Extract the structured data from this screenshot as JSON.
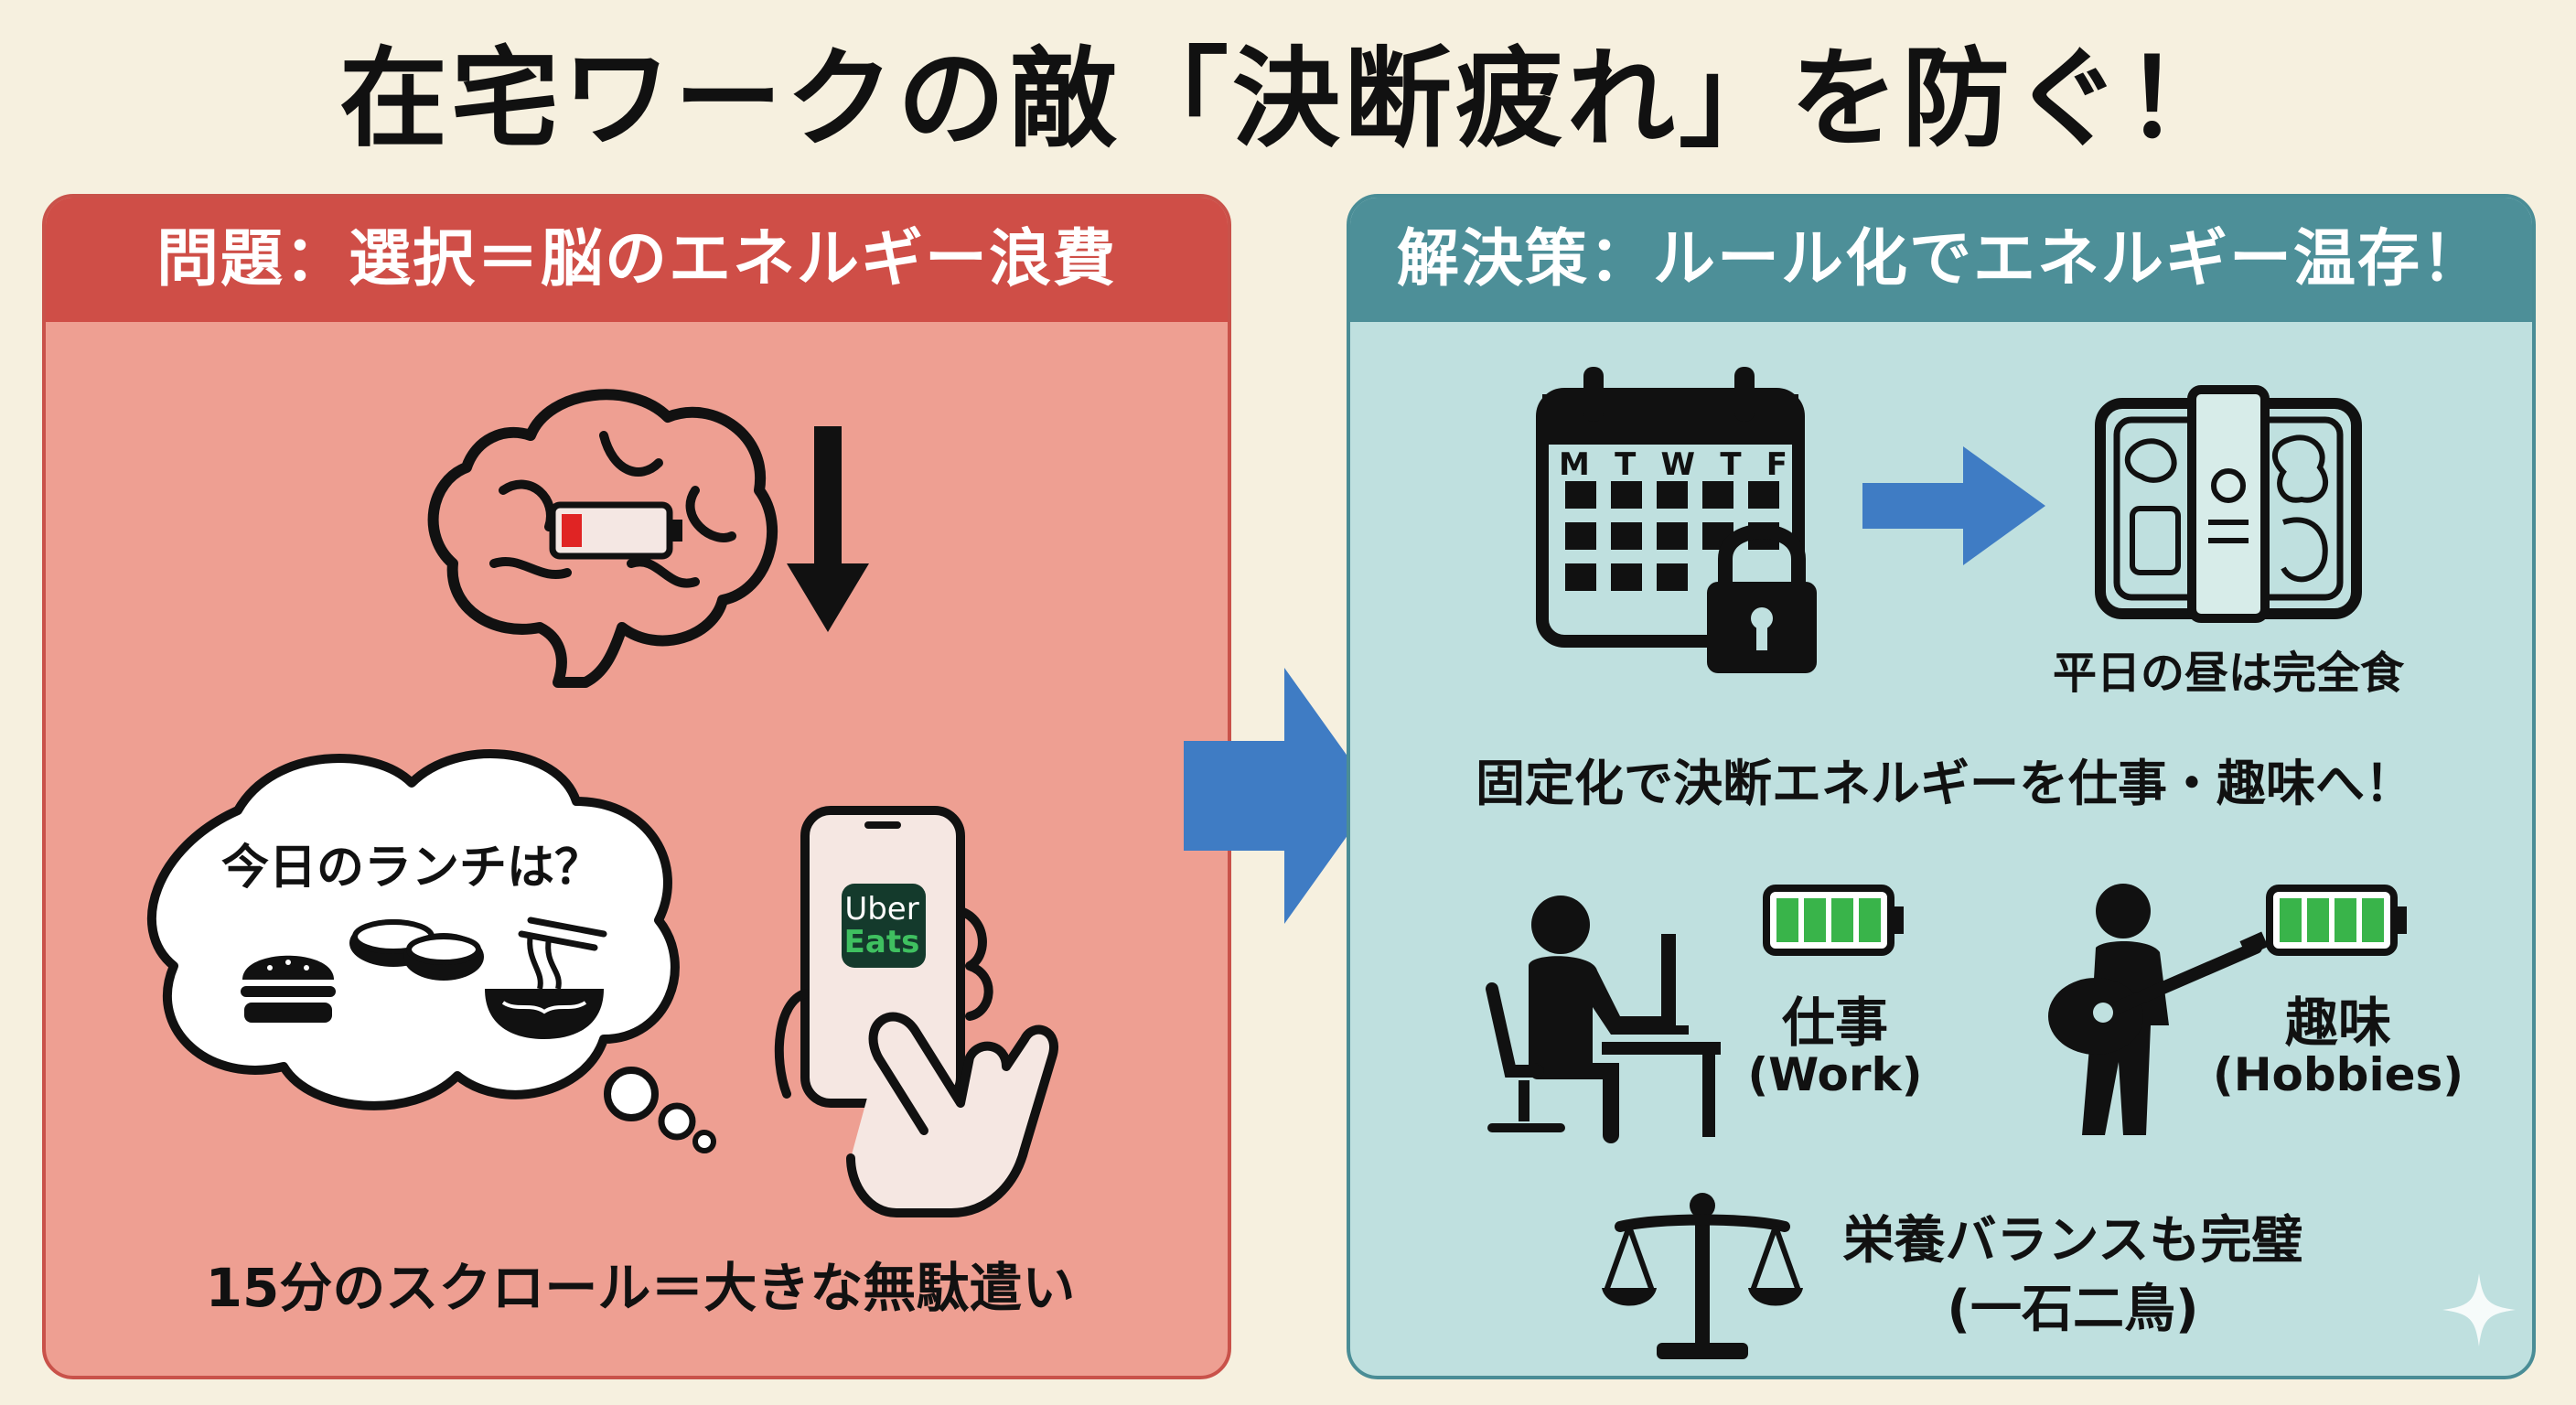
{
  "title": "在宅ワークの敵「決断疲れ」を防ぐ！",
  "problem": {
    "heading": "問題：選択＝脳のエネルギー浪費",
    "thought": "今日のランチは？",
    "app_logo": {
      "line1": "Uber",
      "line2": "Eats"
    },
    "caption": "15分のスクロール＝大きな無駄遣い"
  },
  "solution": {
    "heading": "解決策：ルール化でエネルギー温存！",
    "calendar_days": [
      "M",
      "T",
      "W",
      "T",
      "F"
    ],
    "meal_caption": "平日の昼は完全食",
    "main_message": "固定化で決断エネルギーを仕事・趣味へ！",
    "work": {
      "label": "仕事",
      "sub": "(Work)"
    },
    "hobbies": {
      "label": "趣味",
      "sub": "(Hobbies)"
    },
    "balance": {
      "line1": "栄養バランスも完璧",
      "line2": "(一石二鳥)"
    }
  },
  "colors": {
    "problem_bg": "#ee9f92",
    "problem_header": "#cf4e47",
    "solution_bg": "#bfe0df",
    "solution_header": "#4d8f98",
    "arrow_blue": "#3f7cc4",
    "battery_green": "#39b44a",
    "battery_red": "#e02424"
  },
  "icons": [
    "brain-icon",
    "battery-low-icon",
    "down-arrow-icon",
    "thought-cloud-icon",
    "burger-icon",
    "sushi-icon",
    "ramen-icon",
    "phone-hand-icon",
    "big-right-arrow-icon",
    "calendar-lock-icon",
    "right-arrow-icon",
    "meal-box-icon",
    "worker-desk-icon",
    "battery-full-icon",
    "guitar-player-icon",
    "scale-icon",
    "sparkle-icon"
  ]
}
